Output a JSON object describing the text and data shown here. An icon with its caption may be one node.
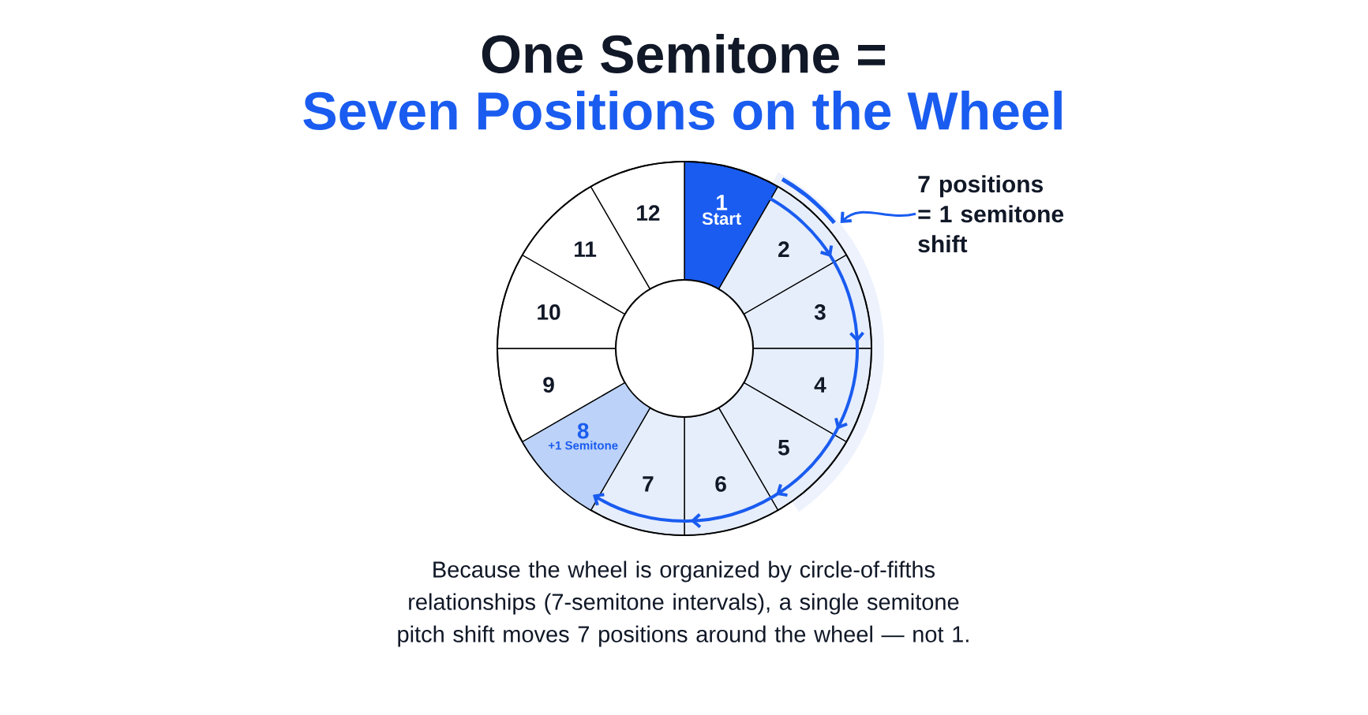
{
  "diagram": {
    "title": "One Semitone =",
    "nodes": [
      {
        "text": [
          "1",
          "Start"
        ]
      },
      {
        "text": [
          "2"
        ]
      },
      {
        "text": [
          "3"
        ]
      },
      {
        "text": [
          "4"
        ]
      },
      {
        "text": [
          "5"
        ]
      },
      {
        "text": [
          "6"
        ]
      },
      {
        "text": [
          "7"
        ]
      },
      {
        "text": [
          "8",
          "+1 Semitone"
        ]
      },
      {
        "text": [
          "9"
        ]
      },
      {
        "text": [
          "10"
        ]
      },
      {
        "text": [
          "11"
        ]
      },
      {
        "text": [
          "12"
        ]
      },
      {
        "text": [
          "7 positions = 1 semitone shift"
        ]
      },
      {
        "text": [],
        "shape": "arc"
      }
    ],
    "edges": [
      {
        "from": 0,
        "to": 7,
        "arrow": "to"
      },
      {
        "from": 12,
        "to": 13,
        "arrow": "to"
      }
    ],
    "labels": [
      "Seven Positions on the Wheel"
    ],
    "caption": "Because the wheel is organized by circle-of-fifths relationships (7-semitone intervals), a single semitone pitch shift moves 7 positions around the wheel — not 1."
  }
}
